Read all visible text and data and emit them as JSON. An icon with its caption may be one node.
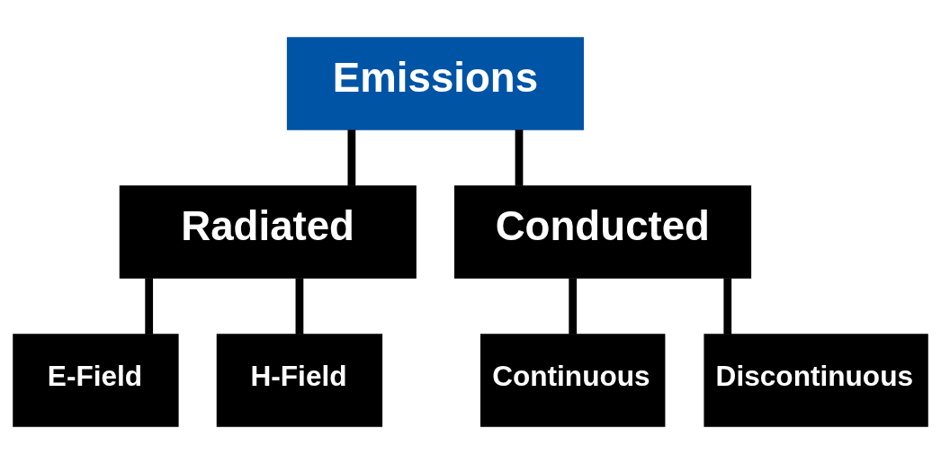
{
  "diagram": {
    "nodes": [
      {
        "text": [
          "Emissions"
        ]
      },
      {
        "text": [
          "Radiated"
        ]
      },
      {
        "text": [
          "Conducted"
        ]
      },
      {
        "text": [
          "E-Field"
        ]
      },
      {
        "text": [
          "H-Field"
        ]
      },
      {
        "text": [
          "Continuous"
        ]
      },
      {
        "text": [
          "Discontinuous"
        ]
      }
    ],
    "edges": [
      {
        "from": 0,
        "to": 1,
        "arrow": "none"
      },
      {
        "from": 0,
        "to": 2,
        "arrow": "none"
      },
      {
        "from": 1,
        "to": 3,
        "arrow": "none"
      },
      {
        "from": 1,
        "to": 4,
        "arrow": "none"
      },
      {
        "from": 2,
        "to": 5,
        "arrow": "none"
      },
      {
        "from": 2,
        "to": 6,
        "arrow": "none"
      }
    ]
  }
}
